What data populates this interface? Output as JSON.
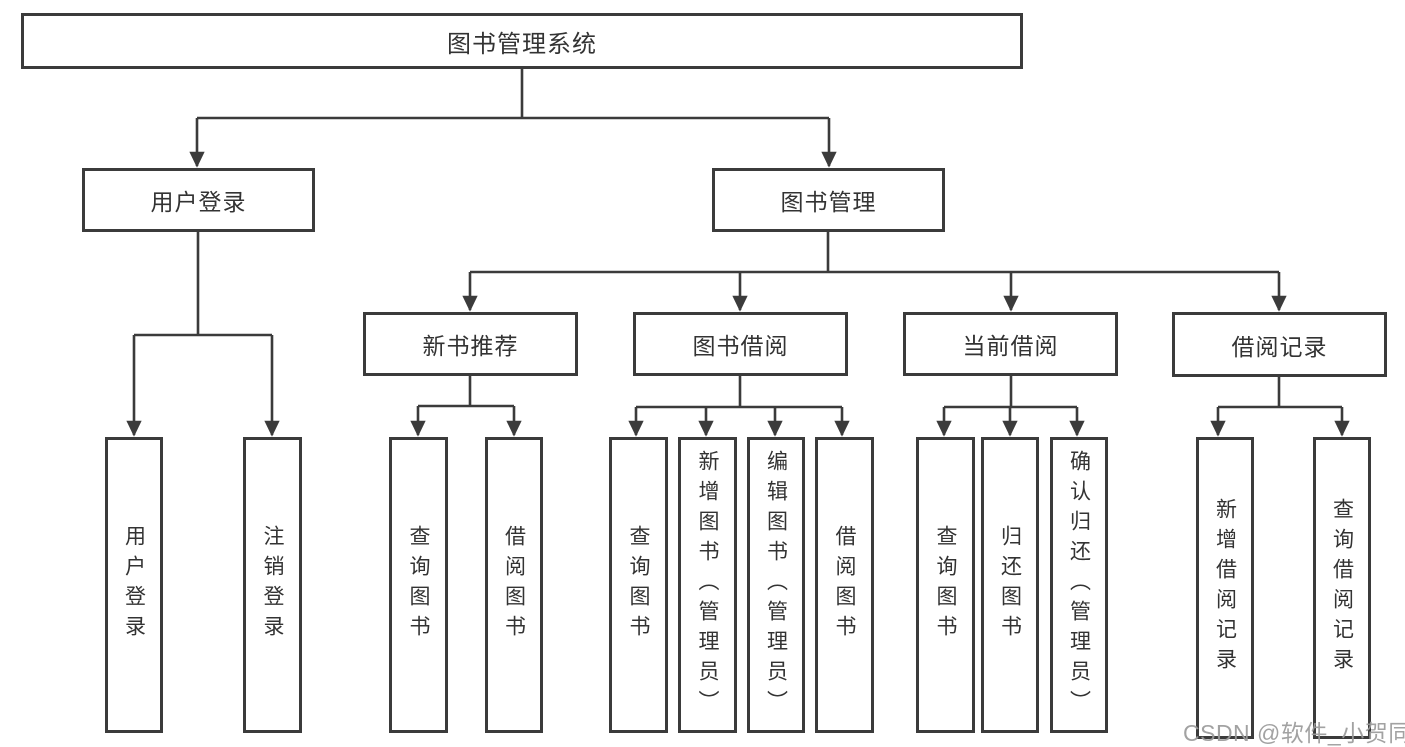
{
  "colors": {
    "line": "#3b3b3b",
    "text": "#333333",
    "watermark": "#9b9b9b",
    "bg": "#ffffff"
  },
  "diagram": {
    "root": {
      "label": "图书管理系统"
    },
    "branches": [
      {
        "label": "用户登录",
        "leaves": [
          {
            "label": "用户登录"
          },
          {
            "label": "注销登录"
          }
        ]
      },
      {
        "label": "图书管理",
        "groups": [
          {
            "label": "新书推荐",
            "leaves": [
              {
                "label": "查询图书"
              },
              {
                "label": "借阅图书"
              }
            ]
          },
          {
            "label": "图书借阅",
            "leaves": [
              {
                "label": "查询图书"
              },
              {
                "label": "新增图书（管理员）"
              },
              {
                "label": "编辑图书（管理员）"
              },
              {
                "label": "借阅图书"
              }
            ]
          },
          {
            "label": "当前借阅",
            "leaves": [
              {
                "label": "查询图书"
              },
              {
                "label": "归还图书"
              },
              {
                "label": "确认归还（管理员）"
              }
            ]
          },
          {
            "label": "借阅记录",
            "leaves": [
              {
                "label": "新增借阅记录"
              },
              {
                "label": "查询借阅记录"
              }
            ]
          }
        ]
      }
    ]
  },
  "watermark": {
    "text": "CSDN @软件_小贺同学"
  }
}
